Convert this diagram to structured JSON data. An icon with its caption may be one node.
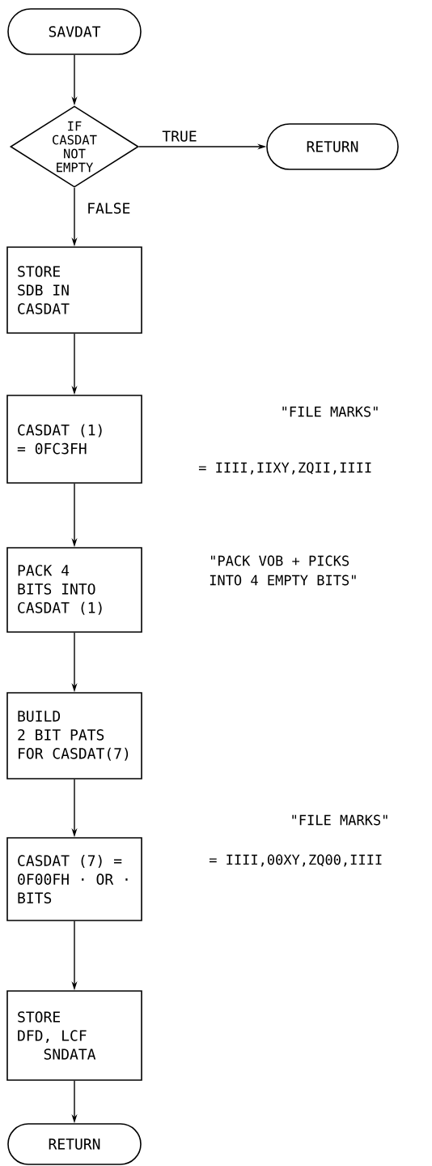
{
  "diagram": {
    "nodes": [
      {
        "text": [
          "SAVDAT"
        ]
      },
      {
        "text": [
          "IF CASDAT NOT EMPTY"
        ]
      },
      {
        "text": [
          "RETURN"
        ]
      },
      {
        "text": [
          "STORE SDB IN CASDAT"
        ]
      },
      {
        "text": [
          "CASDAT (1) = 0FC3FH"
        ]
      },
      {
        "text": [
          "PACK 4 BITS INTO CASDAT (1)"
        ]
      },
      {
        "text": [
          "BUILD 2 BIT PATS FOR CASDAT(7)"
        ]
      },
      {
        "text": [
          "CASDAT (7) = 0F00FH · OR · BITS"
        ]
      },
      {
        "text": [
          "STORE DFD, LCF SNDATA"
        ]
      },
      {
        "text": [
          "RETURN"
        ]
      }
    ],
    "edges": [
      {
        "from": 0,
        "to": 1,
        "arrow": "to"
      },
      {
        "from": 1,
        "to": 2,
        "arrow": "to",
        "label": "TRUE"
      },
      {
        "from": 1,
        "to": 3,
        "arrow": "to",
        "label": "FALSE"
      },
      {
        "from": 3,
        "to": 4,
        "arrow": "to"
      },
      {
        "from": 4,
        "to": 5,
        "arrow": "to"
      },
      {
        "from": 5,
        "to": 6,
        "arrow": "to"
      },
      {
        "from": 6,
        "to": 7,
        "arrow": "to"
      },
      {
        "from": 7,
        "to": 8,
        "arrow": "to"
      },
      {
        "from": 8,
        "to": 9,
        "arrow": "to"
      }
    ],
    "labels": [
      "\"FILE MARKS\"",
      "= IIII,IIXY,ZQII,IIII",
      "\"PACK VOB + PICKS INTO 4 EMPTY BITS\"",
      "\"FILE MARKS\"",
      "= IIII,00XY,ZQ00,IIII"
    ]
  }
}
